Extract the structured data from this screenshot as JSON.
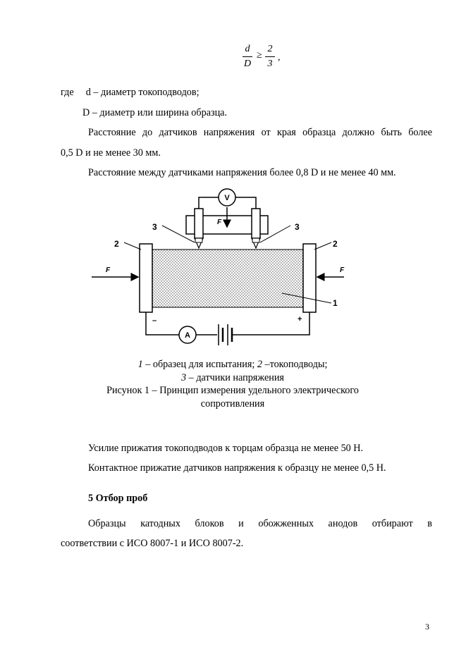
{
  "formula": {
    "num_left": "d",
    "den_left": "D",
    "op": "≥",
    "num_right": "2",
    "den_right": "3",
    "tail": ","
  },
  "where": {
    "prefix": "где",
    "d_def": "d – диаметр токоподводов;",
    "D_def": "D – диаметр или ширина образца."
  },
  "paragraphs": {
    "p1_line1": "Расстояние до датчиков напряжения от края образца должно быть более",
    "p1_line2": "0,5 D и не менее 30 мм.",
    "p2": "Расстояние между датчиками напряжения более 0,8 D и не менее 40 мм.",
    "p3": "Усилие прижатия токоподводов к торцам образца не менее 50 Н.",
    "p4": "Контактное прижатие датчиков напряжения к образцу не менее 0,5 Н.",
    "p5_line1": "Образцы катодных блоков и обожженных анодов отбирают в",
    "p5_line2": "соответствии с ИСО 8007-1 и ИСО 8007-2."
  },
  "figure": {
    "labels": {
      "voltmeter": "V",
      "ammeter": "A",
      "force_left": "F",
      "force_right": "F",
      "force_top": "F",
      "sensor_left": "3",
      "sensor_right": "3",
      "electrode_left": "2",
      "electrode_right": "2",
      "sample": "1",
      "minus": "–",
      "plus": "+"
    },
    "caption": {
      "n1": "1",
      "t1": " – образец для испытания; ",
      "n2": "2",
      "t2": " –токоподводы;",
      "n3": "3",
      "t3": " – датчики напряжения",
      "title_line1": "Рисунок 1 – Принцип измерения удельного электрического",
      "title_line2": "сопротивления"
    }
  },
  "section": {
    "heading": "5 Отбор проб"
  },
  "page_number": "3"
}
